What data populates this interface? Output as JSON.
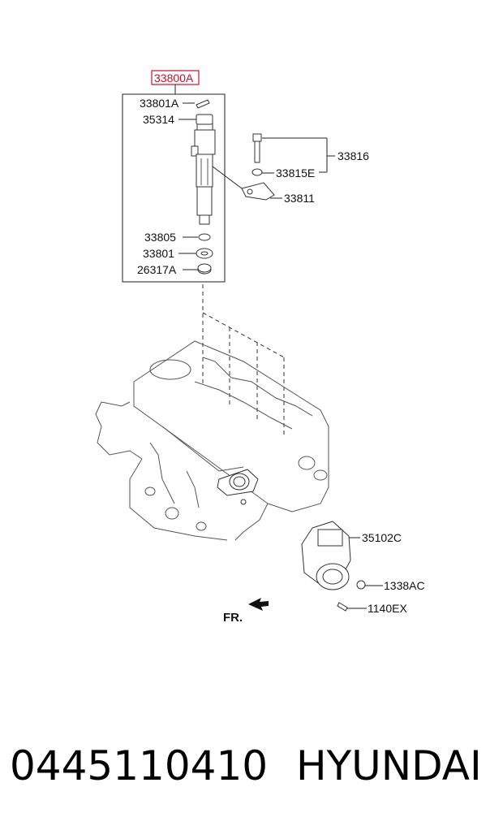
{
  "diagram": {
    "assembly_code": "33800A",
    "labels": {
      "p33801A": "33801A",
      "p35314": "35314",
      "p33816": "33816",
      "p33815E": "33815E",
      "p33811": "33811",
      "p33805": "33805",
      "p33801": "33801",
      "p26317A": "26317A",
      "p35102C": "35102C",
      "p1338AC": "1338AC",
      "p1140EX": "1140EX"
    },
    "direction_label": "FR."
  },
  "footer": {
    "part_number": "0445110410",
    "brand": "HYUNDAI"
  }
}
